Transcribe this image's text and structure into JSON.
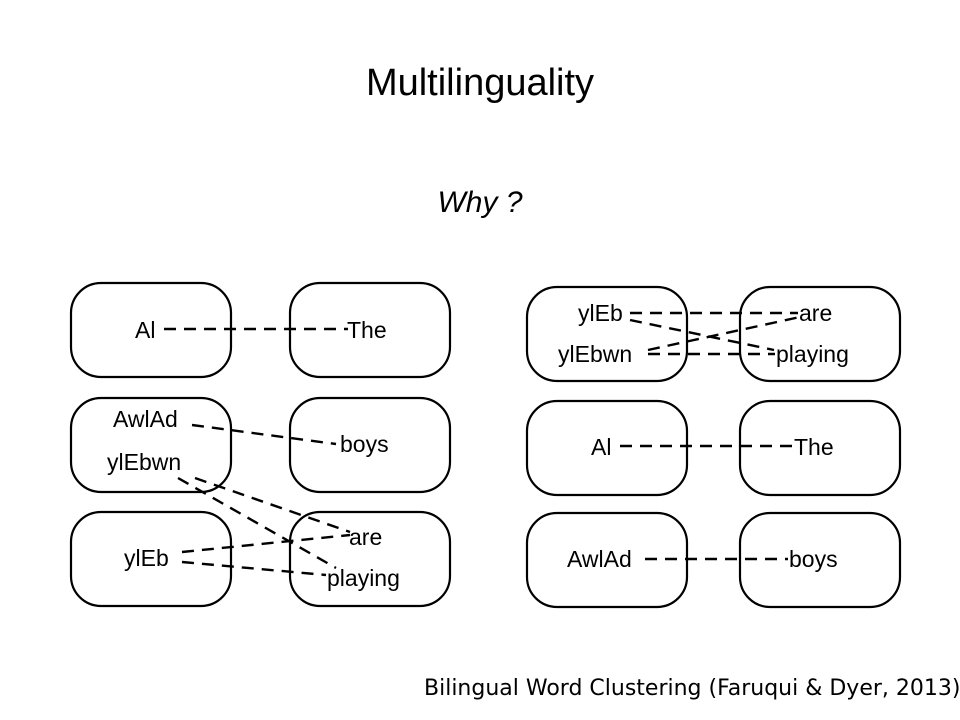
{
  "slide": {
    "title": "Multilinguality",
    "subtitle": "Why ?",
    "caption": "Bilingual Word Clustering (Faruqui & Dyer, 2013)"
  },
  "left_diagram": {
    "arabic_clusters": [
      [
        "Al"
      ],
      [
        "AwlAd",
        "ylEbwn"
      ],
      [
        "ylEb"
      ]
    ],
    "english_clusters": [
      [
        "The"
      ],
      [
        "boys"
      ],
      [
        "are",
        "playing"
      ]
    ]
  },
  "right_diagram": {
    "arabic_clusters": [
      [
        "ylEb",
        "ylEbwn"
      ],
      [
        "Al"
      ],
      [
        "AwlAd"
      ]
    ],
    "english_clusters": [
      [
        "are",
        "playing"
      ],
      [
        "The"
      ],
      [
        "boys"
      ]
    ]
  }
}
